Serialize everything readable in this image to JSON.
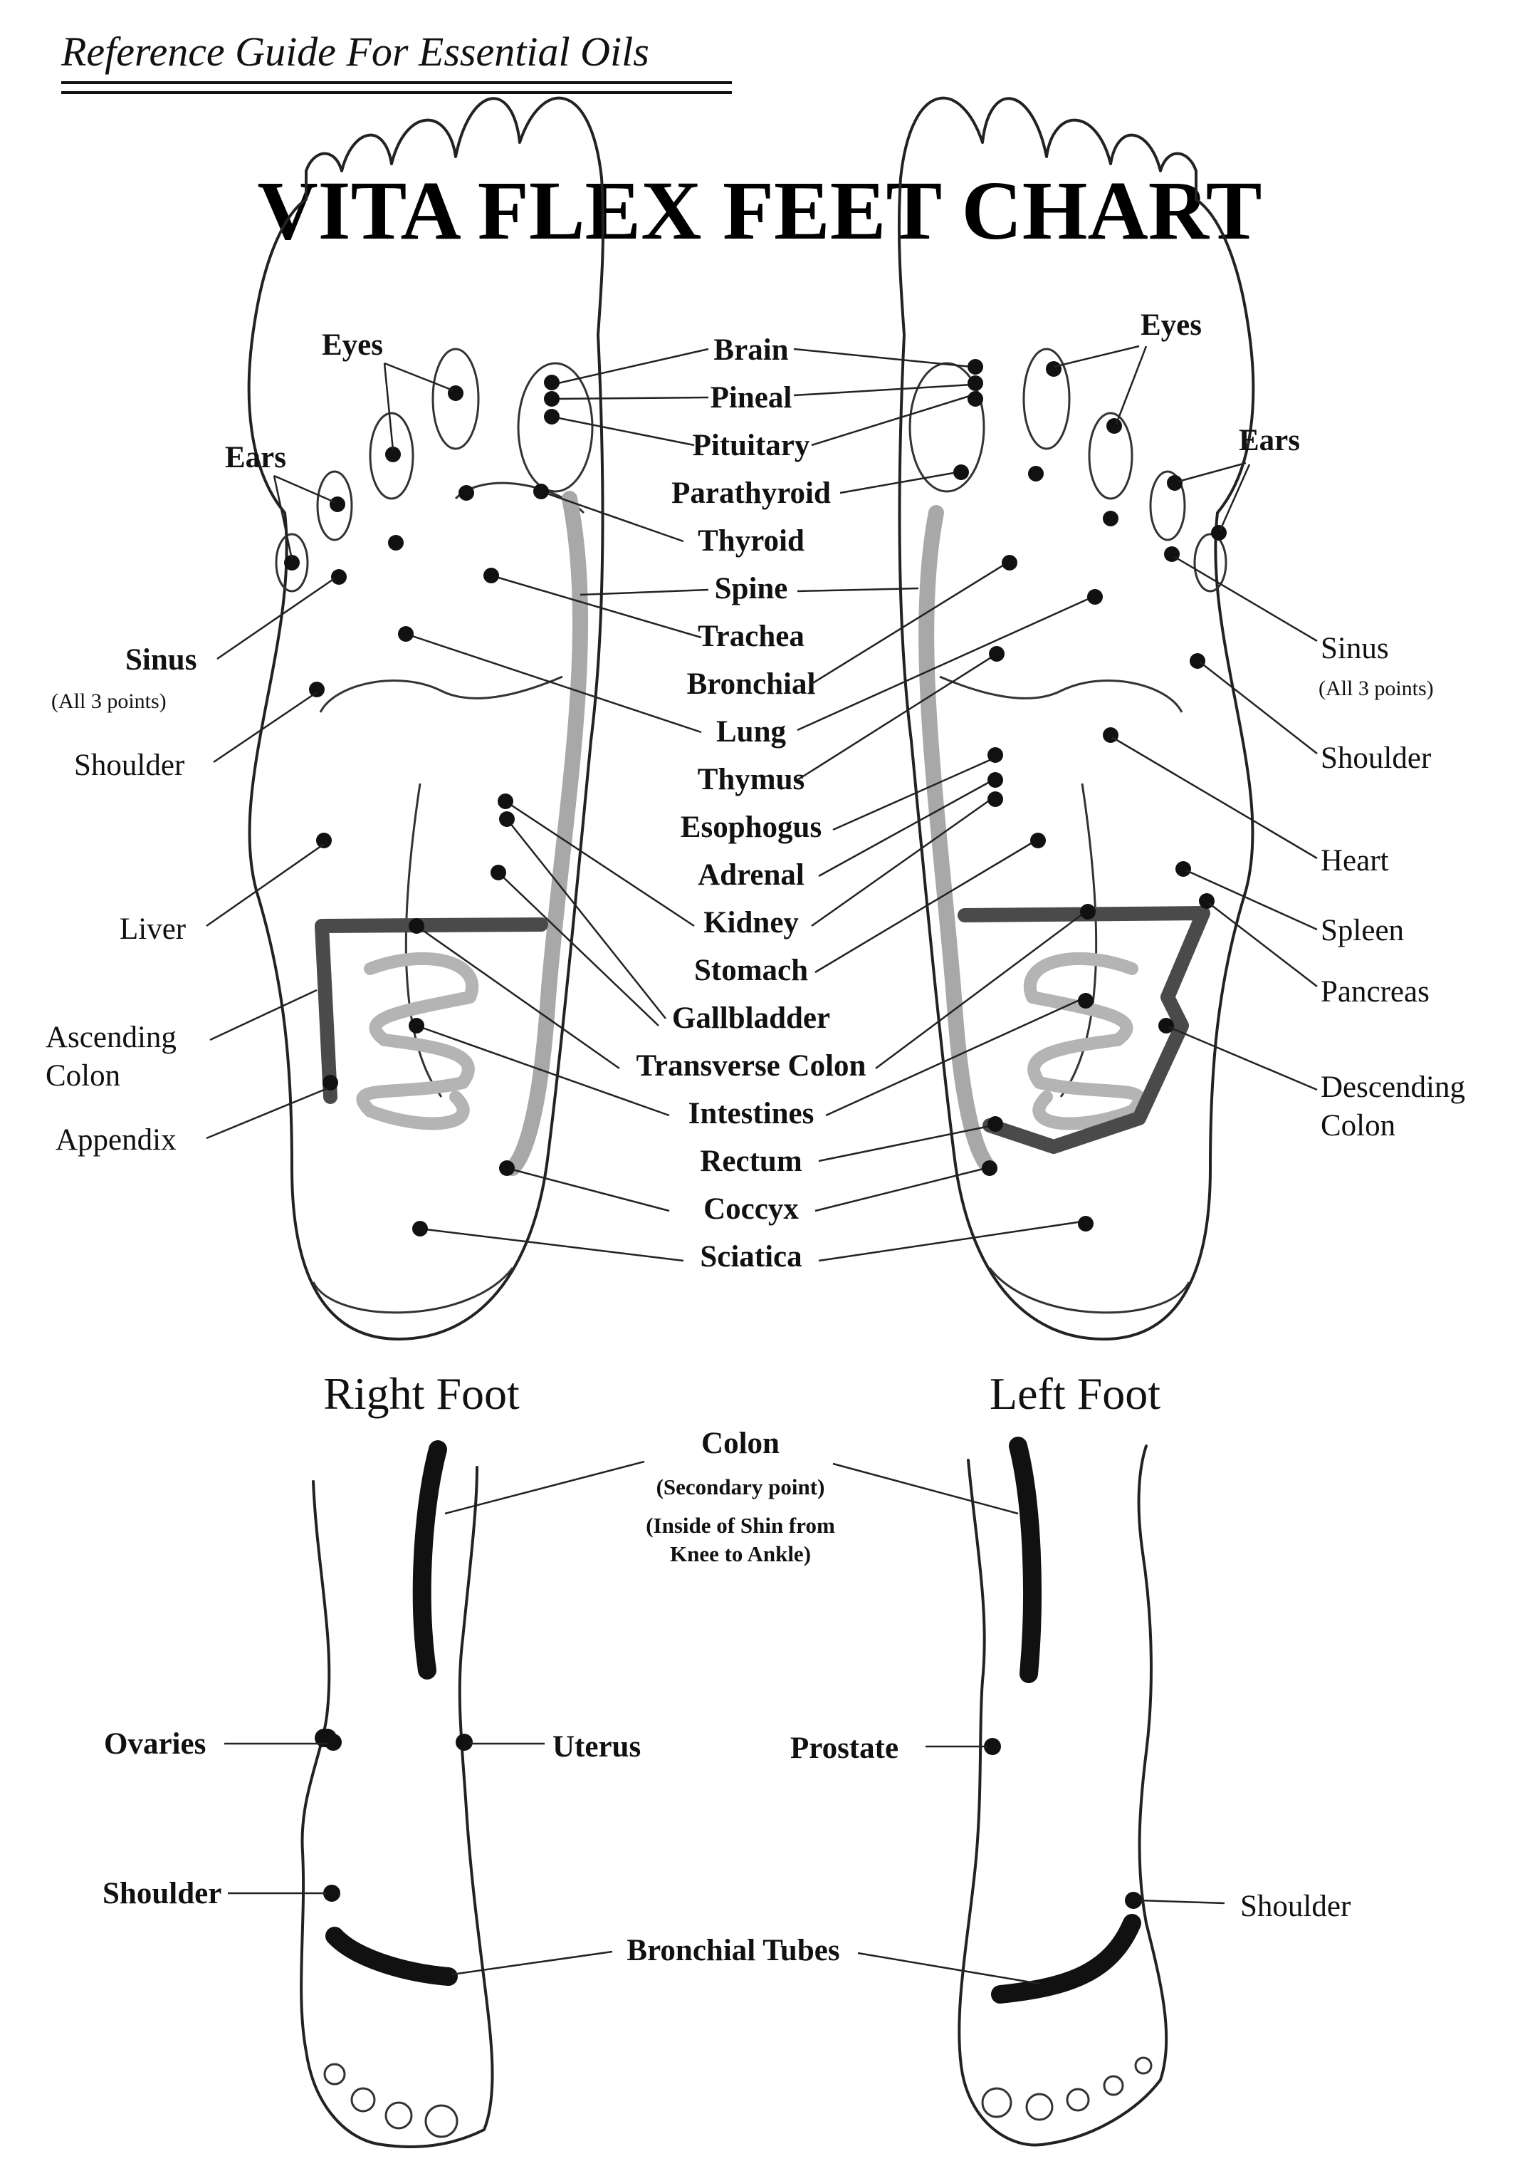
{
  "header": {
    "subtitle": "Reference Guide For Essential Oils",
    "title": "VITA FLEX FEET CHART"
  },
  "feet": {
    "right": "Right Foot",
    "left": "Left Foot"
  },
  "labels": {
    "brain": "Brain",
    "pineal": "Pineal",
    "pituitary": "Pituitary",
    "parathyroid": "Parathyroid",
    "thyroid": "Thyroid",
    "spine": "Spine",
    "trachea": "Trachea",
    "bronchial": "Bronchial",
    "lung": "Lung",
    "thymus": "Thymus",
    "esophogus": "Esophogus",
    "adrenal": "Adrenal",
    "kidney": "Kidney",
    "stomach": "Stomach",
    "gallbladder": "Gallbladder",
    "transverse_colon": "Transverse Colon",
    "intestines": "Intestines",
    "rectum": "Rectum",
    "coccyx": "Coccyx",
    "sciatica": "Sciatica",
    "eyes": "Eyes",
    "ears": "Ears",
    "sinus": "Sinus",
    "sinus_note": "(All 3 points)",
    "shoulder": "Shoulder",
    "liver": "Liver",
    "ascending_colon_1": "Ascending",
    "ascending_colon_2": "Colon",
    "appendix": "Appendix",
    "heart": "Heart",
    "spleen": "Spleen",
    "pancreas": "Pancreas",
    "descending_colon_1": "Descending",
    "descending_colon_2": "Colon",
    "colon": "Colon",
    "colon_note_1": "(Secondary point)",
    "colon_note_2": "(Inside of Shin from",
    "colon_note_3": "Knee to Ankle)",
    "ovaries": "Ovaries",
    "uterus": "Uterus",
    "prostate": "Prostate",
    "bronchial_tubes": "Bronchial Tubes"
  }
}
